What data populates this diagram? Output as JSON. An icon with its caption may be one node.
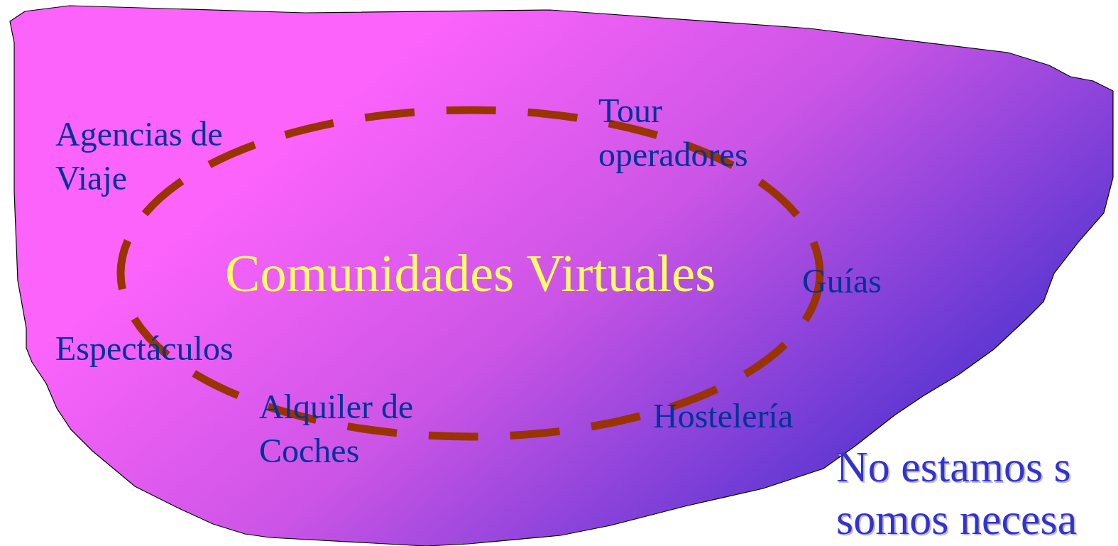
{
  "diagram": {
    "nodes": [
      {
        "text": [
          "Comunidades Virtuales"
        ]
      }
    ],
    "labels": [
      "Agencias de Viaje",
      "Tour operadores",
      "Guías",
      "Espectáculos",
      "Alquiler de Coches",
      "Hostelería",
      "No estamos s",
      "somos necesa"
    ]
  }
}
